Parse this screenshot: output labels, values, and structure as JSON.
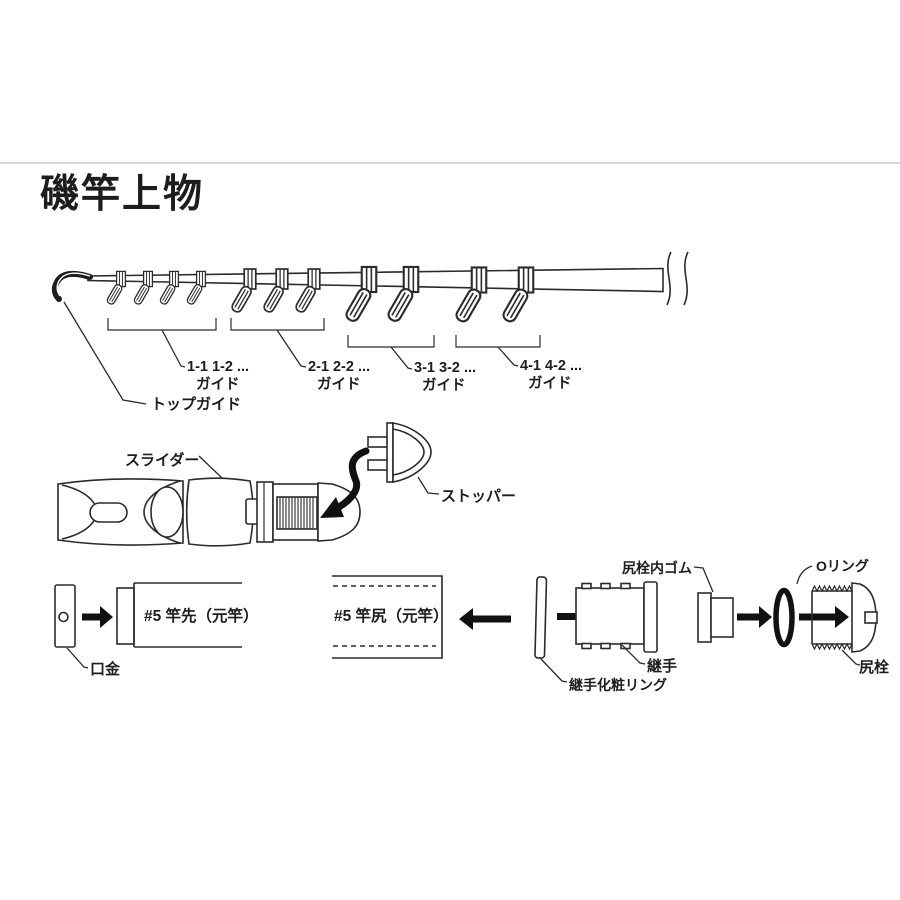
{
  "page": {
    "title": "磯竿上物"
  },
  "colors": {
    "background": "#ffffff",
    "line": "#2b2b2b",
    "arrow": "#111111",
    "top_rule": "#c9c9c9",
    "text": "#1d1d1d"
  },
  "rod_diagram": {
    "top_guide_label": "トップガイド",
    "guide_groups": [
      {
        "range": "1-1 1-2 ...",
        "unit": "ガイド"
      },
      {
        "range": "2-1 2-2 ...",
        "unit": "ガイド"
      },
      {
        "range": "3-1 3-2 ...",
        "unit": "ガイド"
      },
      {
        "range": "4-1 4-2 ...",
        "unit": "ガイド"
      }
    ]
  },
  "slider_diagram": {
    "slider_label": "スライダー",
    "stopper_label": "ストッパー"
  },
  "parts_row": {
    "kuchigane_label": "口金",
    "tip_tube_label": "#5 竿先（元竿）",
    "butt_tube_label": "#5 竿尻（元竿）",
    "joint_ring_label": "継手化粧リング",
    "joint_label": "継手",
    "plug_rubber_label": "尻栓内ゴム",
    "o_ring_label": "Oリング",
    "butt_plug_label": "尻栓"
  }
}
